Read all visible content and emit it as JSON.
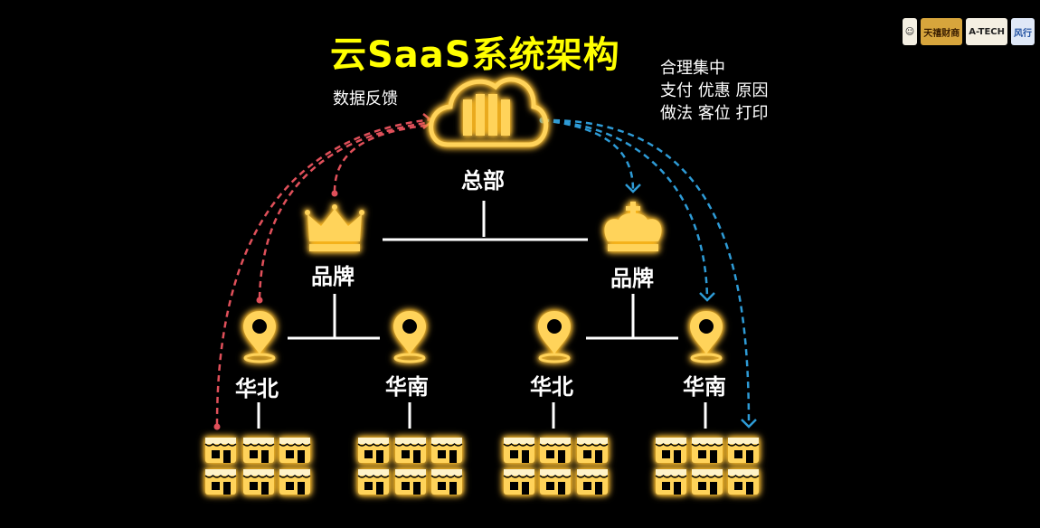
{
  "title": "云SaaS系统架构",
  "feedback_label": "数据反馈",
  "centralized_notes": [
    "合理集中",
    "支付 优惠 原因",
    "做法 客位 打印"
  ],
  "hq_label": "总部",
  "brands": [
    {
      "label": "品牌",
      "icon": "crown-icon"
    },
    {
      "label": "品牌",
      "icon": "king-crown-icon"
    }
  ],
  "regions": [
    {
      "label": "华北"
    },
    {
      "label": "华南"
    },
    {
      "label": "华北"
    },
    {
      "label": "华南"
    }
  ],
  "logos": [
    "天禧财商",
    "A-TECH",
    "风行"
  ],
  "colors": {
    "title": "#ffff00",
    "icon_gold": "#ffd35a",
    "feedback_line": "#e0505a",
    "distribution_line": "#2e9bd6",
    "connector": "#ffffff"
  }
}
